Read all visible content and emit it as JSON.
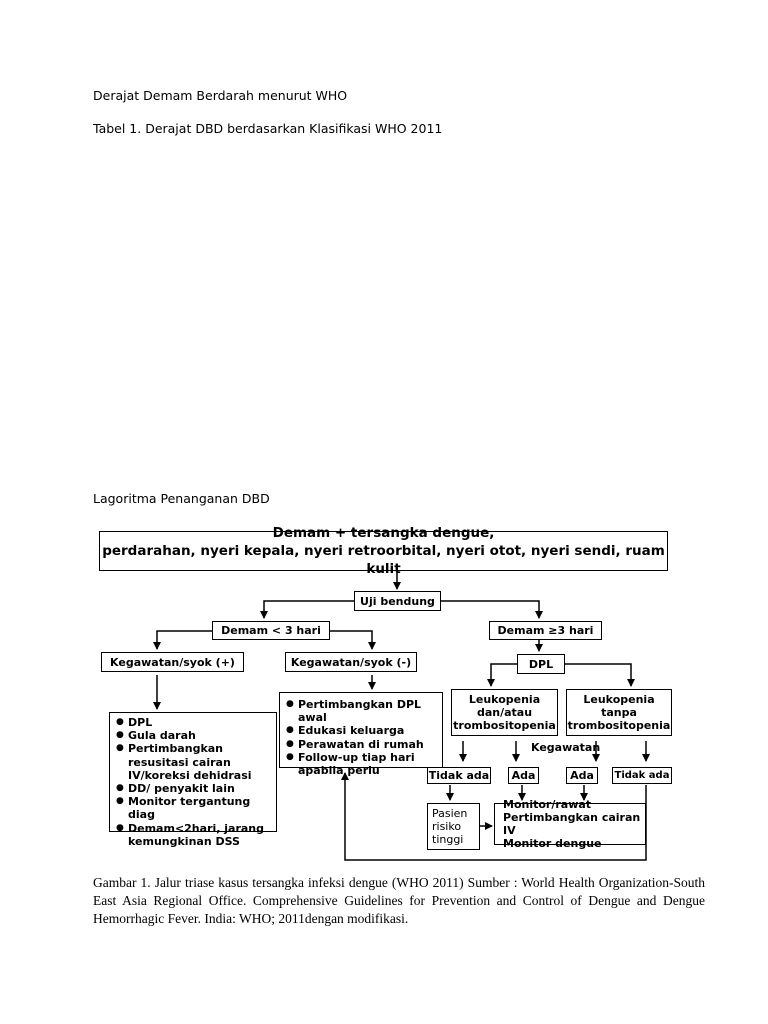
{
  "heading1": "Derajat Demam Berdarah menurut WHO",
  "heading2": "Tabel  1. Derajat DBD berdasarkan Klasifikasi WHO 2011",
  "heading3": "Lagoritma Penanganan DBD",
  "flow": {
    "top_line1": "Demam + tersangka dengue,",
    "top_line2": "perdarahan, nyeri kepala, nyeri retroorbital, nyeri otot, nyeri sendi, ruam kulit",
    "uji": "Uji bendung",
    "demam_lt3": "Demam < 3 hari",
    "demam_ge3": "Demam ≥3 hari",
    "keg_pos": "Kegawatan/syok (+)",
    "keg_neg": "Kegawatan/syok (-)",
    "dpl": "DPL",
    "leuko1": [
      "Leukopenia",
      "dan/atau",
      "trombositopenia"
    ],
    "leuko2": [
      "Leukopenia",
      "tanpa",
      "trombositopenia"
    ],
    "kegawatan": "Kegawatan",
    "tidak_ada1": "Tidak ada",
    "ada1": "Ada",
    "ada2": "Ada",
    "tidak_ada2": "Tidak ada",
    "pasien": [
      "Pasien",
      "risiko",
      "tinggi"
    ],
    "monitor": [
      "Monitor/rawat",
      "Pertimbangkan cairan IV",
      "Monitor dengue"
    ],
    "left_list": [
      "DPL",
      "Gula darah",
      "Pertimbangkan resusitasi cairan IV/koreksi dehidrasi",
      "DD/ penyakit lain",
      "Monitor tergantung diag",
      "Demam<2hari, jarang kemungkinan DSS"
    ],
    "mid_list": [
      "Pertimbangkan DPL awal",
      "Edukasi keluarga",
      "Perawatan di rumah",
      "Follow-up tiap hari apabila perlu"
    ]
  },
  "caption": "Gambar 1. Jalur triase kasus tersangka infeksi dengue (WHO 2011) Sumber : World Health Organization-South East Asia Regional Office. Comprehensive Guidelines for Prevention and Control of Dengue and Dengue Hemorrhagic Fever. India: WHO; 2011dengan modifikasi."
}
